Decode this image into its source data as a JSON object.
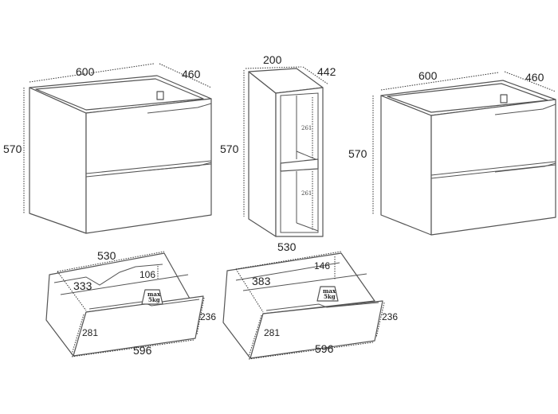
{
  "cabinet_left": {
    "width": "600",
    "depth": "460",
    "height": "570"
  },
  "shelf_unit": {
    "width": "200",
    "depth": "442",
    "height": "570",
    "shelf_gap_top": "261",
    "shelf_gap_bottom": "261"
  },
  "cabinet_right": {
    "width": "600",
    "depth": "460",
    "height": "570"
  },
  "drawer_top": {
    "inner_width": "530",
    "inner_depth": "333",
    "cutout_depth": "106",
    "front_height": "236",
    "side_height": "281",
    "front_width": "596",
    "max_load_line1": "max",
    "max_load_line2": "5kg"
  },
  "drawer_bottom": {
    "inner_width": "530",
    "inner_depth": "383",
    "inner_height": "146",
    "front_height": "236",
    "side_height": "281",
    "front_width": "596",
    "max_load_line1": "max",
    "max_load_line2": "5kg"
  }
}
